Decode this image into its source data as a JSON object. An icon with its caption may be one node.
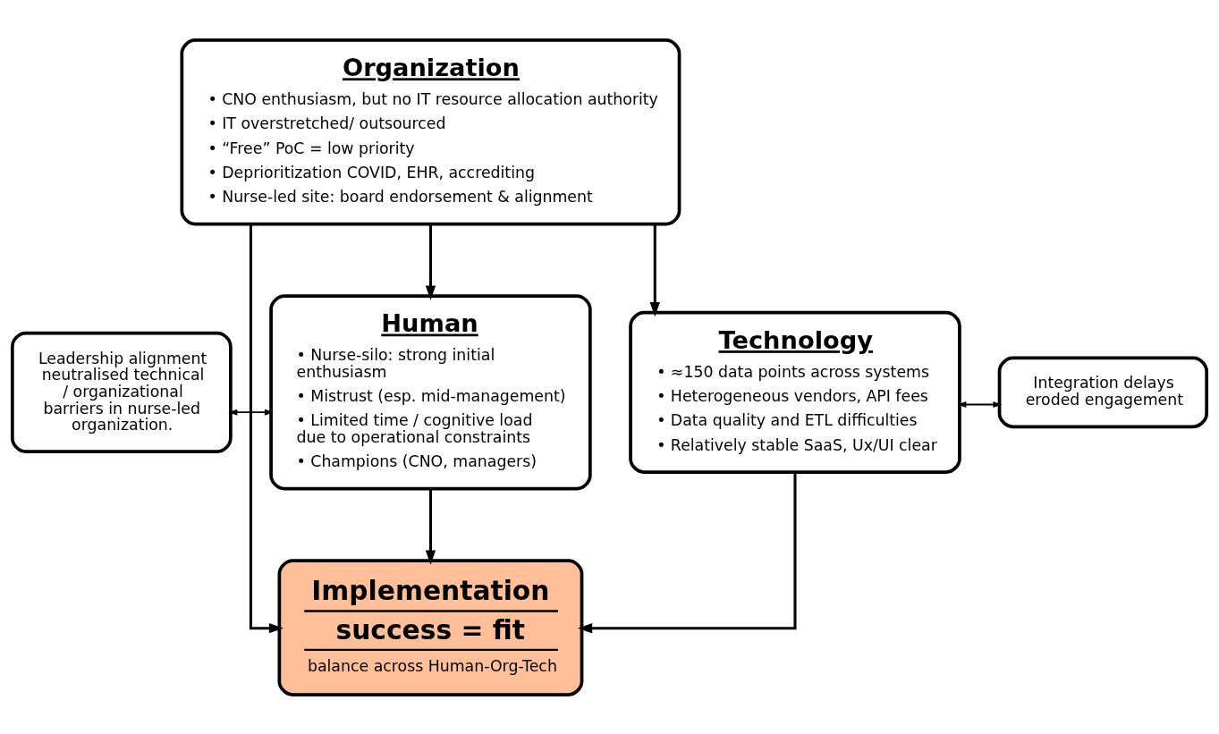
{
  "diagram": {
    "nodes": [
      {
        "text": [
          "Organization",
          "• CNO enthusiasm, but no IT resource allocation authority",
          "• IT overstretched/ outsourced",
          "• “Free” PoC = low priority",
          "• Deprioritization COVID, EHR, accrediting",
          "• Nurse-led site: board endorsement & alignment"
        ]
      },
      {
        "text": [
          "Leadership alignment neutralised technical / organizational barriers in nurse-led organization."
        ]
      },
      {
        "text": [
          "Human",
          "• Nurse-silo: strong initial enthusiasm",
          "• Mistrust (esp. mid-management)",
          "• Limited time / cognitive load due to operational constraints",
          "• Champions (CNO, managers)"
        ]
      },
      {
        "text": [
          "Technology",
          "• ≈150 data points across systems",
          "• Heterogeneous vendors, API fees",
          "• Data quality and ETL difficulties",
          "• Relatively stable SaaS, Ux/UI clear"
        ]
      },
      {
        "text": [
          "Integration delays eroded engagement"
        ]
      },
      {
        "text": [
          "Implementation success = fit",
          "balance across Human-Org-Tech"
        ]
      }
    ],
    "edges": [
      {
        "from": 0,
        "to": 2,
        "arrow": "to"
      },
      {
        "from": 0,
        "to": 5,
        "arrow": "to"
      },
      {
        "from": 0,
        "to": 3,
        "arrow": "to"
      },
      {
        "from": 1,
        "to": 2,
        "arrow": "both"
      },
      {
        "from": 3,
        "to": 4,
        "arrow": "both"
      },
      {
        "from": 2,
        "to": 5,
        "arrow": "to"
      },
      {
        "from": 3,
        "to": 5,
        "arrow": "to"
      }
    ]
  }
}
